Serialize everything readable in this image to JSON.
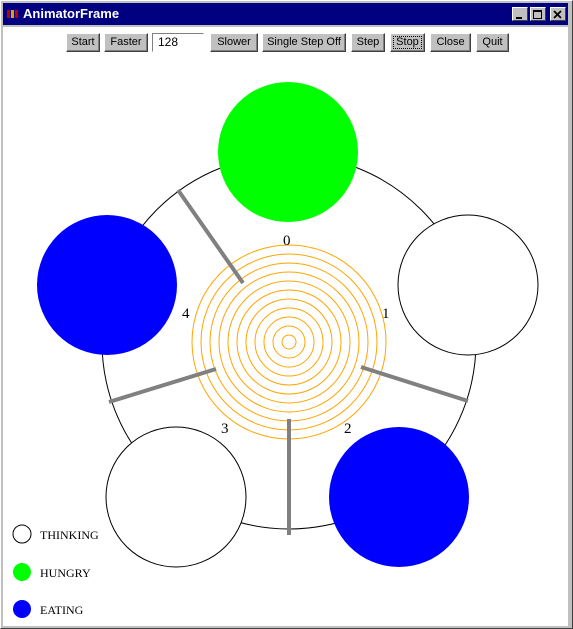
{
  "window": {
    "title": "AnimatorFrame"
  },
  "toolbar": {
    "start": "Start",
    "faster": "Faster",
    "speed_value": "128",
    "slower": "Slower",
    "single_step": "Single Step Off",
    "step": "Step",
    "stop": "Stop",
    "close": "Close",
    "quit": "Quit"
  },
  "philosophers": [
    {
      "id": "0",
      "state": "HUNGRY"
    },
    {
      "id": "1",
      "state": "THINKING"
    },
    {
      "id": "2",
      "state": "EATING"
    },
    {
      "id": "3",
      "state": "THINKING"
    },
    {
      "id": "4",
      "state": "EATING"
    }
  ],
  "legend": [
    {
      "label": "THINKING",
      "state": "THINKING"
    },
    {
      "label": "HUNGRY",
      "state": "HUNGRY"
    },
    {
      "label": "EATING",
      "state": "EATING"
    }
  ],
  "colors": {
    "titlebar": "#000080",
    "thinking": "#ffffff",
    "hungry": "#00ff00",
    "eating": "#0000ff",
    "table_rings": "#ffa500",
    "fork": "#808080"
  }
}
